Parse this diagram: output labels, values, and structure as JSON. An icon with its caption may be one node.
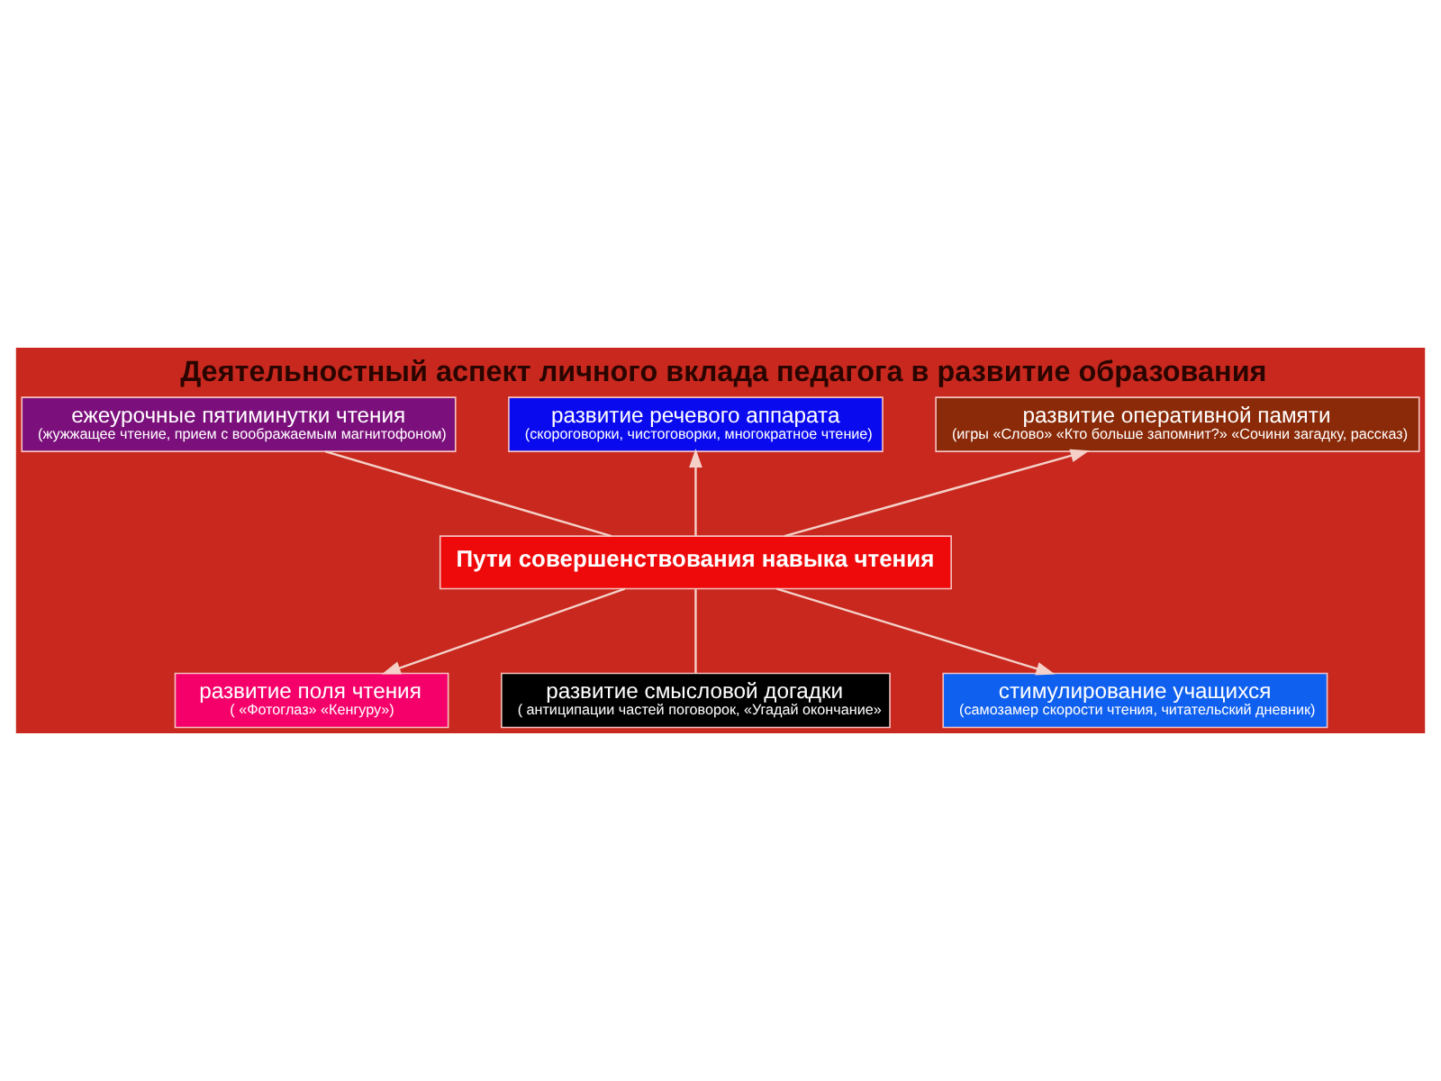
{
  "diagram": {
    "title": "Деятельностный аспект личного вклада педагога в развитие образования",
    "nodes": [
      {
        "text": [
          "ежеурочные пятиминутки чтения",
          "(жужжащее чтение, прием с воображаемым магнитофоном)"
        ]
      },
      {
        "text": [
          "развитие речевого аппарата",
          "(скороговорки, чистоговорки, многократное чтение)"
        ]
      },
      {
        "text": [
          "развитие оперативной памяти",
          "(игры «Слово» «Кто больше запомнит?» «Сочини загадку, рассказ)"
        ]
      },
      {
        "text": [
          "Пути совершенствования навыка чтения"
        ]
      },
      {
        "text": [
          "развитие поля чтения",
          "( «Фотоглаз» «Кенгуру»)"
        ]
      },
      {
        "text": [
          "развитие смысловой догадки",
          "( антиципации частей поговорок, «Угадай окончание»"
        ]
      },
      {
        "text": [
          "стимулирование учащихся",
          "(самозамер скорости чтения, читательский дневник)"
        ]
      }
    ],
    "edges": [
      {
        "from": 3,
        "to": 0,
        "arrow": "none"
      },
      {
        "from": 3,
        "to": 1,
        "arrow": "to"
      },
      {
        "from": 3,
        "to": 2,
        "arrow": "to"
      },
      {
        "from": 3,
        "to": 4,
        "arrow": "to"
      },
      {
        "from": 3,
        "to": 5,
        "arrow": "none"
      },
      {
        "from": 3,
        "to": 6,
        "arrow": "to"
      }
    ]
  }
}
